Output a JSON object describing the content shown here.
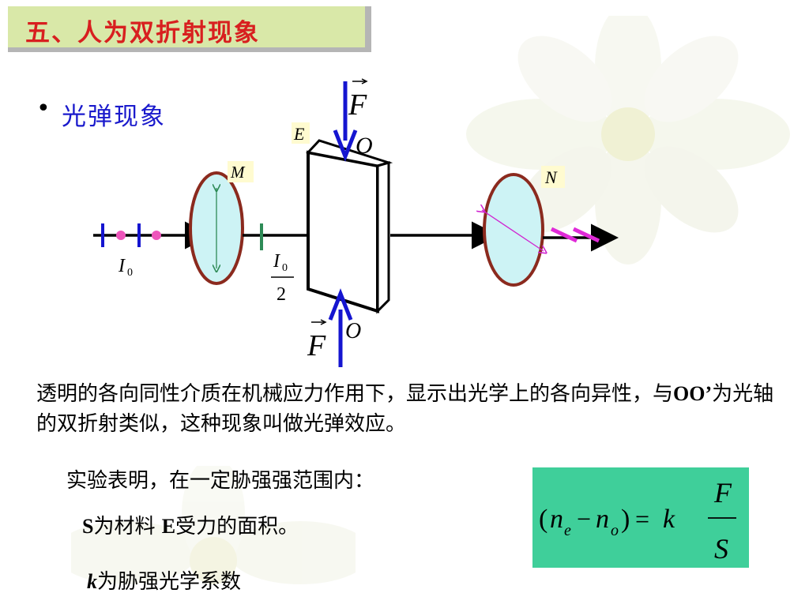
{
  "title": "五、人为双折射现象",
  "bullet_symbol": "•",
  "subtitle": "光弹现象",
  "diagram": {
    "label_E": "E",
    "label_M": "M",
    "label_N": "N",
    "label_F": "F",
    "label_O": "O",
    "label_I": "I",
    "subscript_0": "0",
    "denominator": "2"
  },
  "paragraph": {
    "part1": "透明的各向同性介质在机械应力作用下，显示出光学上的各向异性，与",
    "oo": "OO’",
    "part2": "为光轴的双折射类似，这种现象叫做光弹效应。"
  },
  "line1": "实验表明，在一定胁强强范围内：",
  "line2": {
    "s": "S",
    "mid": "为材料 ",
    "e": "E",
    "end": "受力的面积。"
  },
  "line3": {
    "k": "k",
    "text": "为胁强光学系数"
  },
  "formula": {
    "open": "(",
    "n1": "n",
    "sub_e": "e",
    "minus": "−",
    "n2": "n",
    "sub_o": "o",
    "close": ")",
    "equals": "=",
    "k": "k",
    "F": "F",
    "S": "S"
  },
  "colors": {
    "title_red": "#d81f1f",
    "subtitle_blue": "#1a1acc",
    "formula_bg": "#3fcf9a",
    "lens_fill": "#cdf3f5",
    "lens_border": "#8b2a1e",
    "force_arrow": "#1515d0"
  }
}
